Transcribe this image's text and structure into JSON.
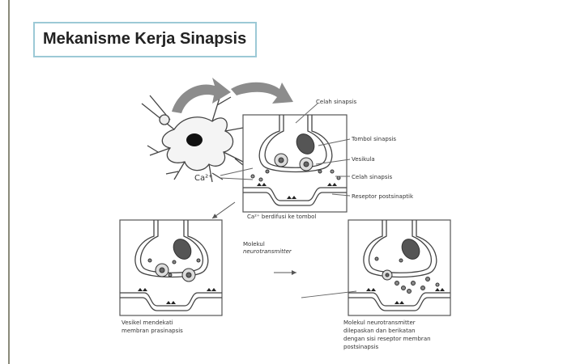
{
  "title": "Mekanisme Kerja Sinapsis",
  "labels": {
    "celah_top": "Celah sinapsis",
    "tombol": "Tombol sinapsis",
    "vesikula": "Vesikula",
    "celah_mid": "Celah sinapsis",
    "reseptor": "Reseptor postsinaptik",
    "ca_ion": "Ca²⁺",
    "ca_caption": "Ca²⁺ berdifusi ke tombol",
    "molekul_line1": "Molekul",
    "molekul_line2": "neurotransmitter",
    "bl_caption_1": "Vesikel mendekati",
    "bl_caption_2": "membran prasinapsis",
    "br_caption_1": "Molekul neurotransmitter",
    "br_caption_2": "dilepaskan dan berikatan",
    "br_caption_3": "dengan sisi reseptor membran",
    "br_caption_4": "postsinapsis"
  },
  "colors": {
    "title_border": "#9cc9d6",
    "line": "#555555",
    "arrow_fill": "#8c8c8c"
  }
}
